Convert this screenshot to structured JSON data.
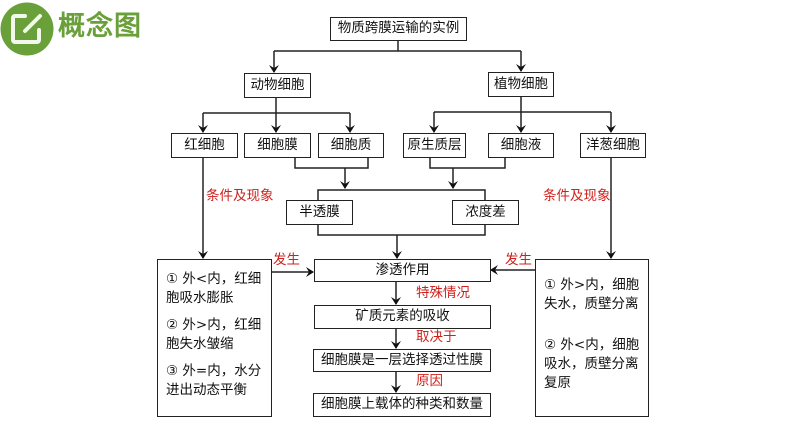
{
  "header": {
    "title": "概念图",
    "icon": "edit-square-icon",
    "accent_color": "#6aa03a"
  },
  "diagram": {
    "root": "物质跨膜运输的实例",
    "level1": {
      "animal": "动物细胞",
      "plant": "植物细胞"
    },
    "level2": {
      "red_blood_cell": "红细胞",
      "cell_membrane": "细胞膜",
      "cytoplasm": "细胞质",
      "protoplast_layer": "原生质层",
      "cell_sap": "细胞液",
      "onion_cell": "洋葱细胞"
    },
    "level3": {
      "semipermeable": "半透膜",
      "concentration_diff": "浓度差"
    },
    "center_chain": [
      "渗透作用",
      "矿质元素的吸收",
      "细胞膜是一层选择透过性膜",
      "细胞膜上载体的种类和数量"
    ],
    "chain_labels": [
      "特殊情况",
      "取决于",
      "原因"
    ],
    "edge_labels": {
      "conditions_left": "条件及现象",
      "conditions_right": "条件及现象",
      "occur_left": "发生",
      "occur_right": "发生"
    },
    "left_panel": [
      "① 外<内，红细胞吸水膨胀",
      "② 外>内，红细胞失水皱缩",
      "③ 外=内，水分进出动态平衡"
    ],
    "right_panel": [
      "① 外>内，细胞失水，质壁分离",
      "② 外<内，细胞吸水，质壁分离复原"
    ],
    "colors": {
      "label_red": "#d0201c",
      "line": "#222222"
    }
  }
}
